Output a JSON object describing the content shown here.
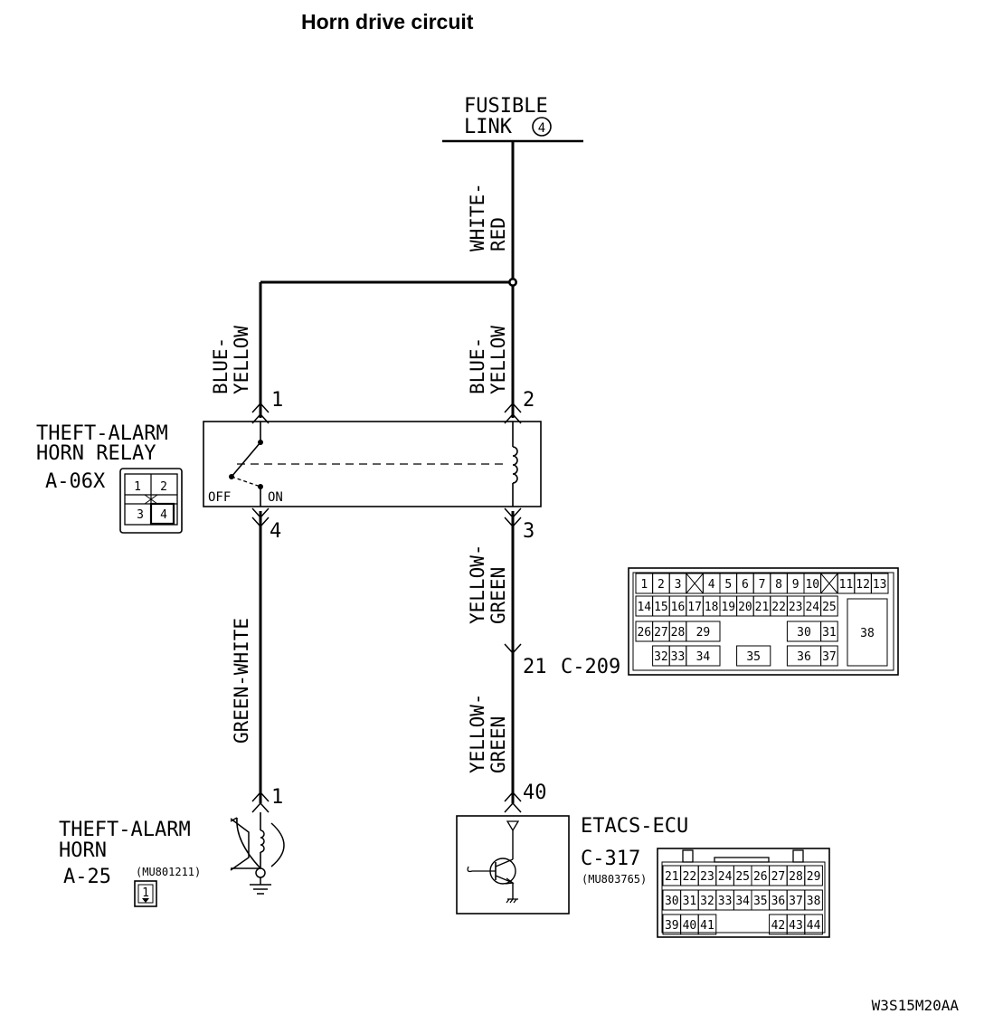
{
  "title": "Horn drive circuit",
  "fusible_link": {
    "line1": "FUSIBLE",
    "line2": "LINK",
    "number": "4"
  },
  "wires": {
    "white_red": {
      "line1": "WHITE-",
      "line2": "RED"
    },
    "blue_yellow_left": {
      "line1": "BLUE-",
      "line2": "YELLOW"
    },
    "blue_yellow_right": {
      "line1": "BLUE-",
      "line2": "YELLOW"
    },
    "green_white": "GREEN-WHITE",
    "yellow_green_upper": {
      "line1": "YELLOW-",
      "line2": "GREEN"
    },
    "yellow_green_lower": {
      "line1": "YELLOW-",
      "line2": "GREEN"
    }
  },
  "relay": {
    "name_line1": "THEFT-ALARM",
    "name_line2": "HORN RELAY",
    "code": "A-06X",
    "off_label": "OFF",
    "on_label": "ON",
    "pins": [
      "1",
      "2",
      "3",
      "4"
    ],
    "connector_cells": [
      "1",
      "2",
      "3",
      "4"
    ]
  },
  "c209": {
    "pin": "21",
    "code": "C-209",
    "row1": [
      "1",
      "2",
      "3",
      "4",
      "5",
      "6",
      "7",
      "8",
      "9",
      "10",
      "11",
      "12",
      "13"
    ],
    "row2": [
      "14",
      "15",
      "16",
      "17",
      "18",
      "19",
      "20",
      "21",
      "22",
      "23",
      "24",
      "25"
    ],
    "row3": [
      "26",
      "27",
      "28",
      "29",
      "30",
      "31"
    ],
    "row4": [
      "32",
      "33",
      "34",
      "35",
      "36",
      "37"
    ],
    "big": "38"
  },
  "horn": {
    "name_line1": "THEFT-ALARM",
    "name_line2": "HORN",
    "code": "A-25",
    "part": "(MU801211)",
    "pin": "1",
    "connector_cell": "1"
  },
  "ecu": {
    "name": "ETACS-ECU",
    "code": "C-317",
    "part": "(MU803765)",
    "pin": "40",
    "row1": [
      "21",
      "22",
      "23",
      "24",
      "25",
      "26",
      "27",
      "28",
      "29"
    ],
    "row2": [
      "30",
      "31",
      "32",
      "33",
      "34",
      "35",
      "36",
      "37",
      "38"
    ],
    "row3": [
      "39",
      "40",
      "41",
      "42",
      "43",
      "44"
    ]
  },
  "figure_code": "W3S15M20AA"
}
